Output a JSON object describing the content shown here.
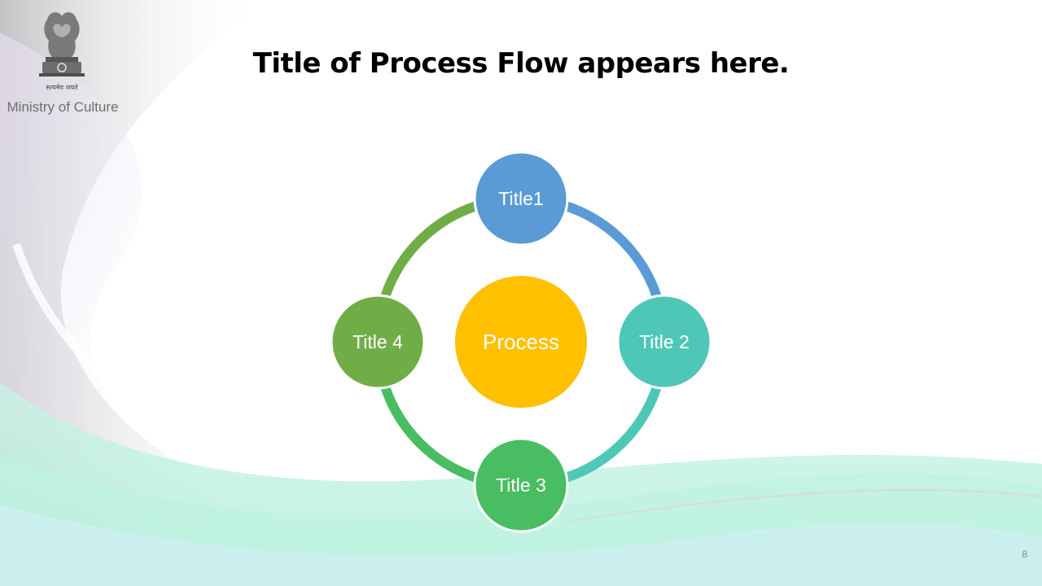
{
  "slide": {
    "title": "Title of Process Flow appears here.",
    "page_number": "8"
  },
  "header": {
    "emblem_motto": "सत्यमेव जयते",
    "ministry_name": "Ministry of Culture"
  },
  "diagram": {
    "center": {
      "label": "Process",
      "color": "#FFC000"
    },
    "nodes": [
      {
        "label": "Title1",
        "color": "#5B9BD5"
      },
      {
        "label": "Title 2",
        "color": "#4FC7B7"
      },
      {
        "label": "Title 3",
        "color": "#48BD61"
      },
      {
        "label": "Title 4",
        "color": "#70AD47"
      }
    ],
    "ring_colors": [
      "#5B9BD5",
      "#4FC7B7",
      "#48BD61",
      "#70AD47"
    ]
  },
  "colors": {
    "background_wave_teal": "#B4F0DC",
    "background_wave_gray": "#C8C8CC"
  }
}
